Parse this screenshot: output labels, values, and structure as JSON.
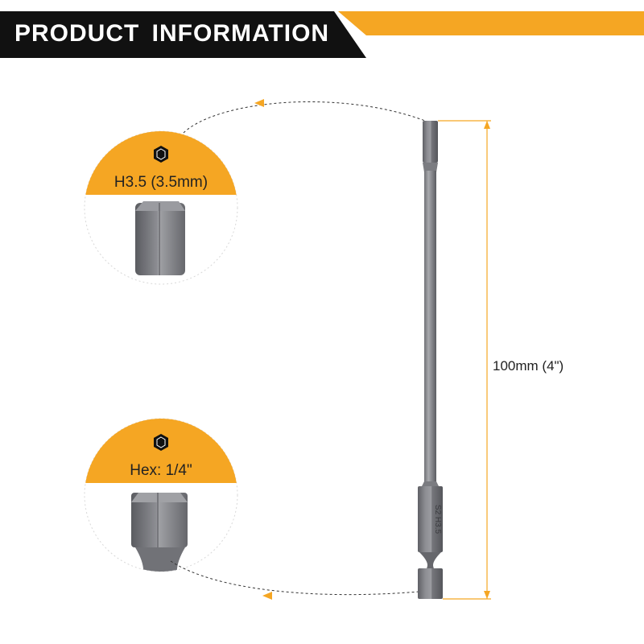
{
  "banner": {
    "title": "PRODUCT INFORMATION",
    "accent_color": "#F5A623",
    "background_color": "#111111"
  },
  "callouts": [
    {
      "icon": "hexagon-icon",
      "label": "H3.5 (3.5mm)"
    },
    {
      "icon": "hexagon-icon",
      "label": "Hex: 1/4\""
    }
  ],
  "dimension": {
    "label": "100mm (4\")",
    "line_color": "#F5A623"
  },
  "bit": {
    "engraving": "S2 H3.5"
  }
}
